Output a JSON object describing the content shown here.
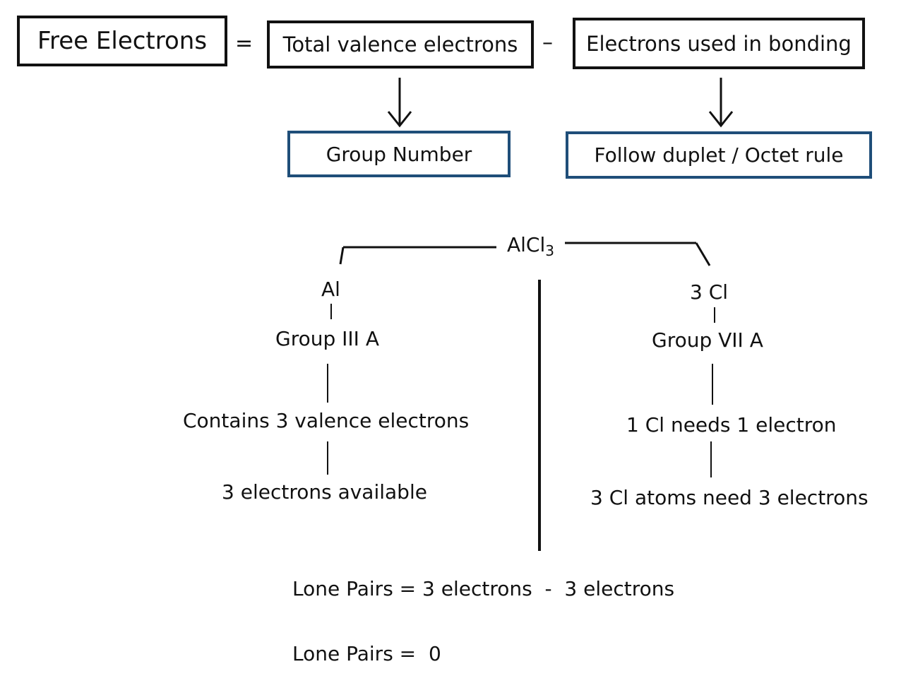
{
  "formula": {
    "free_electrons": "Free Electrons",
    "equals": "=",
    "total_valence": "Total valence electrons",
    "minus": "–",
    "used_in_bonding": "Electrons used in bonding",
    "group_number": "Group Number",
    "duplet_octet": "Follow duplet / Octet rule"
  },
  "compound": {
    "base": "AlCl",
    "subscript": "3"
  },
  "left_branch": {
    "element": "Al",
    "group": "Group III A",
    "valence": "Contains 3 valence electrons",
    "available": "3 electrons available"
  },
  "right_branch": {
    "element": "3 Cl",
    "group": "Group VII A",
    "need_one": "1 Cl needs 1 electron",
    "need_three": "3 Cl atoms need 3 electrons"
  },
  "result": {
    "lone_pairs_eq": "Lone Pairs = 3 electrons  -  3 electrons",
    "lone_pairs_value": "Lone Pairs =  0"
  },
  "colors": {
    "black_border": "#111111",
    "blue_border": "#1f4e79"
  }
}
